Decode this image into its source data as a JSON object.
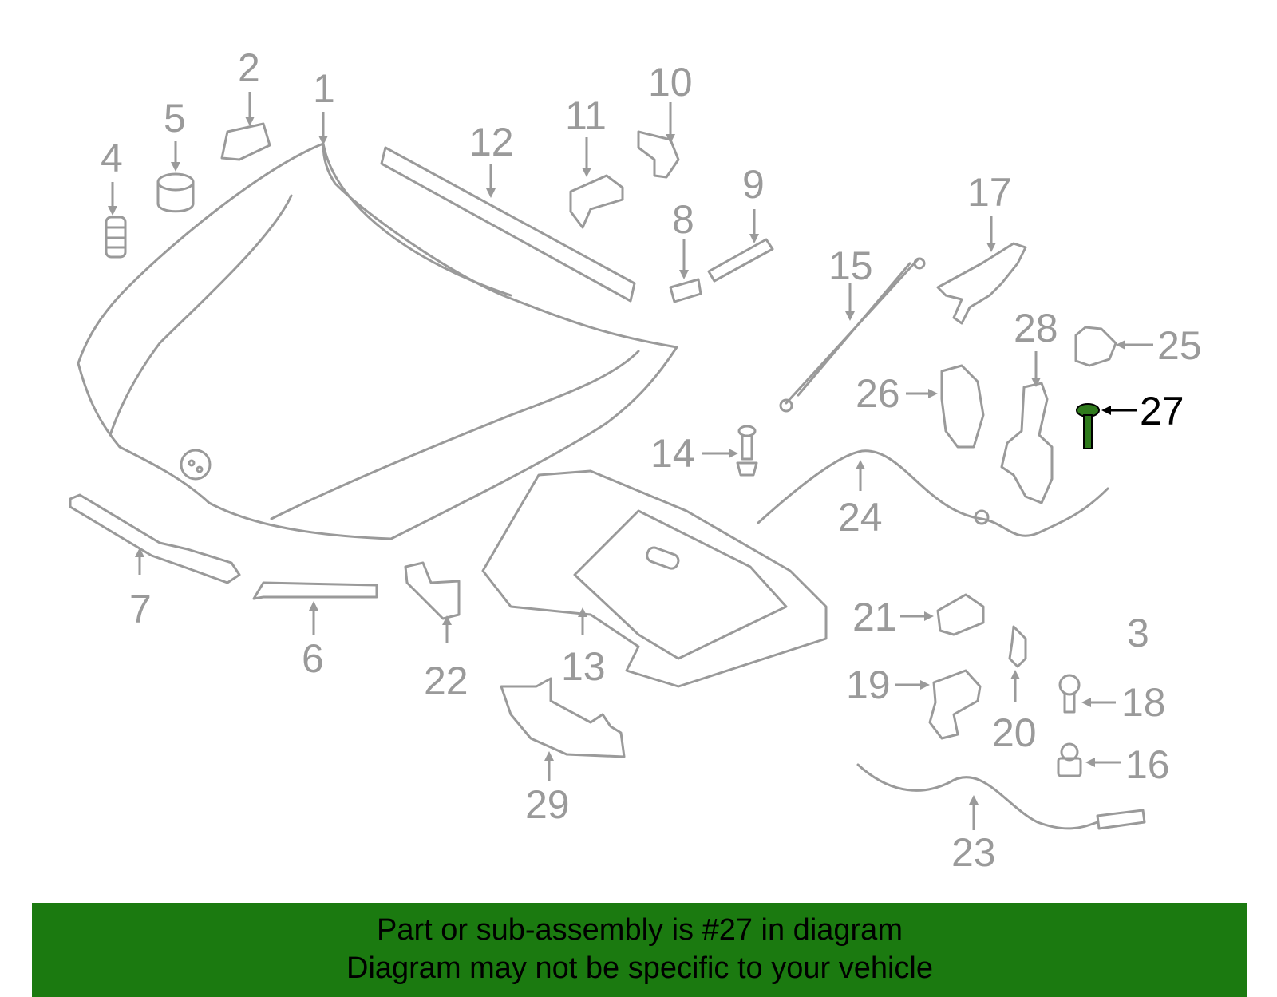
{
  "callouts": [
    "1",
    "2",
    "3",
    "4",
    "5",
    "6",
    "7",
    "8",
    "9",
    "10",
    "11",
    "12",
    "13",
    "14",
    "15",
    "16",
    "17",
    "18",
    "19",
    "20",
    "21",
    "22",
    "23",
    "24",
    "25",
    "26",
    "27",
    "28",
    "29"
  ],
  "highlighted_part": "27",
  "colors": {
    "line": "#9a9a9a",
    "highlight": "#000000",
    "highlight_part": "#2f7a1c",
    "banner": "#1b7a10"
  },
  "banner": {
    "line1": "Part or sub-assembly is #27 in diagram",
    "line2": "Diagram may not be specific to your vehicle"
  }
}
